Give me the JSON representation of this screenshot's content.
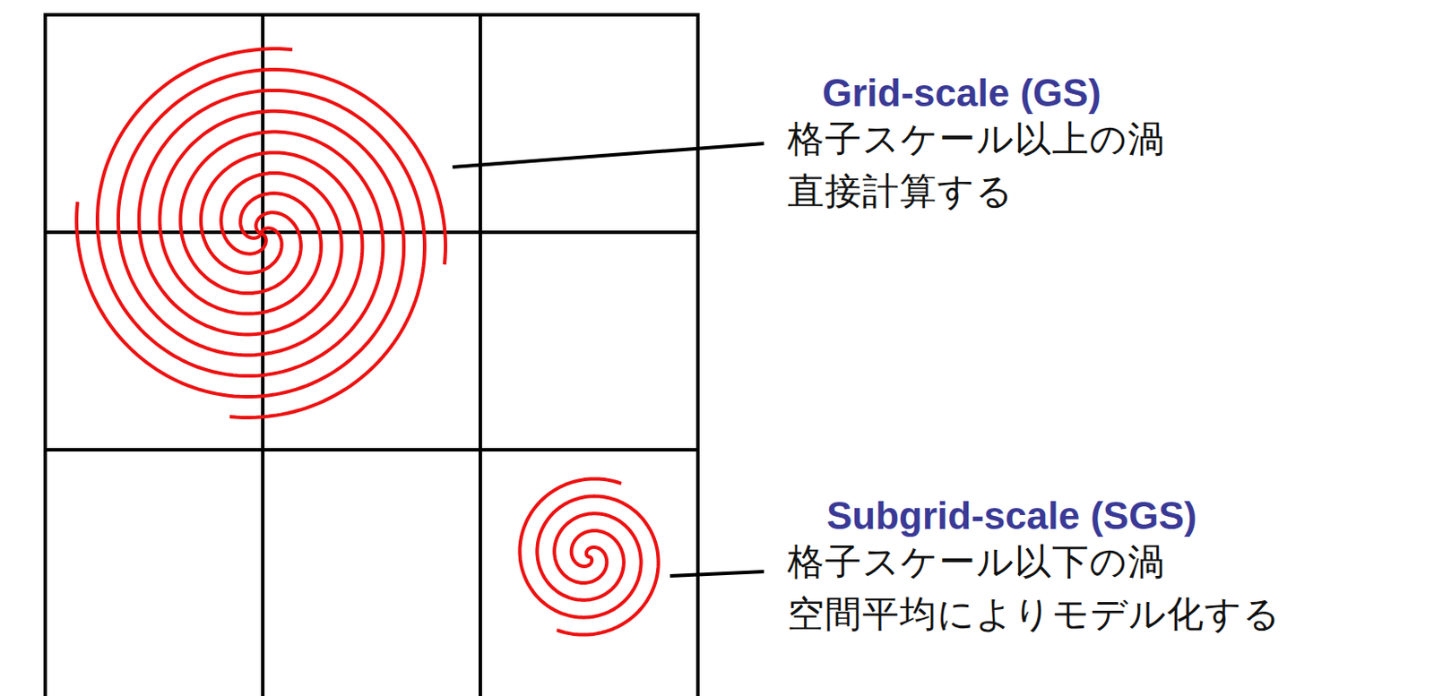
{
  "diagram": {
    "labels": [
      "Grid-scale (GS)",
      "格子スケール以上の渦",
      "直接計算する",
      "Subgrid-scale (SGS)",
      "格子スケール以下の渦",
      "空間平均によりモデル化する"
    ]
  }
}
